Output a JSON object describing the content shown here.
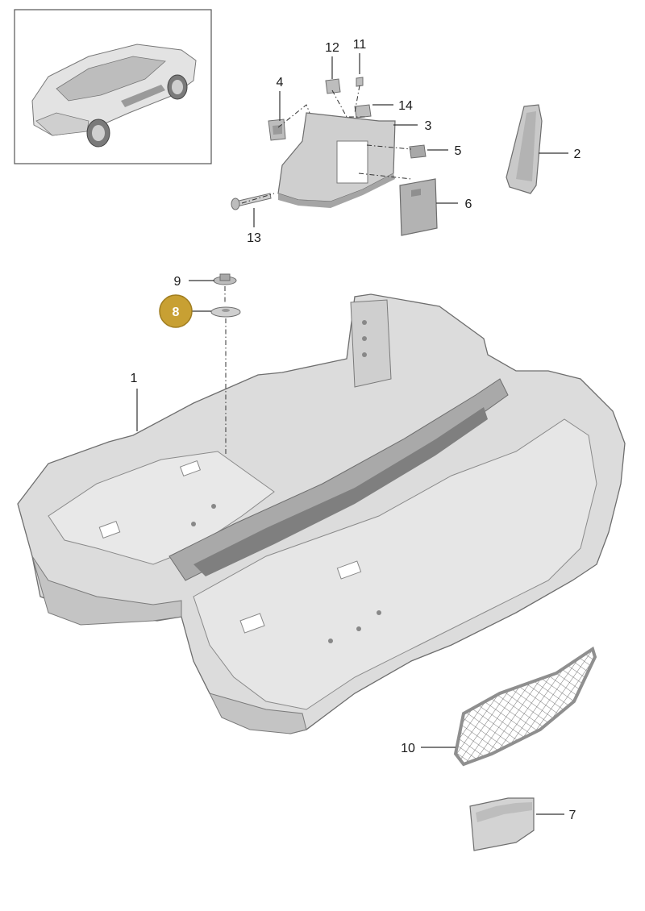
{
  "diagram": {
    "callouts": [
      {
        "id": "c1",
        "label": "1"
      },
      {
        "id": "c2",
        "label": "2"
      },
      {
        "id": "c3",
        "label": "3"
      },
      {
        "id": "c4",
        "label": "4"
      },
      {
        "id": "c5",
        "label": "5"
      },
      {
        "id": "c6",
        "label": "6"
      },
      {
        "id": "c7",
        "label": "7"
      },
      {
        "id": "c8",
        "label": "8",
        "highlighted": true
      },
      {
        "id": "c9",
        "label": "9"
      },
      {
        "id": "c10",
        "label": "10"
      },
      {
        "id": "c11",
        "label": "11"
      },
      {
        "id": "c12",
        "label": "12"
      },
      {
        "id": "c13",
        "label": "13"
      },
      {
        "id": "c14",
        "label": "14"
      }
    ],
    "colors": {
      "part_fill": "#d9d9d9",
      "part_shade": "#b8b8b8",
      "part_dark": "#8f8f8f",
      "outline": "#6e6e6e",
      "highlight": "#c8a033"
    }
  }
}
